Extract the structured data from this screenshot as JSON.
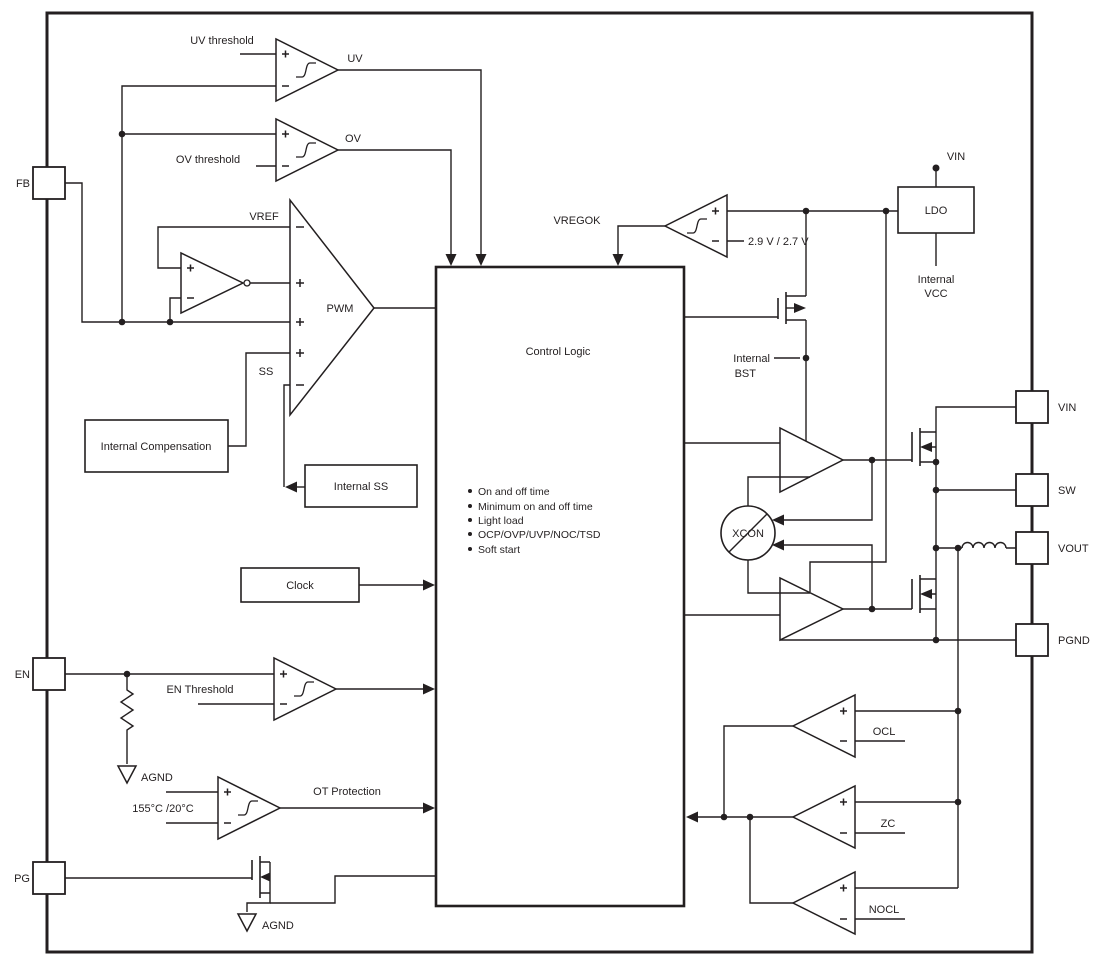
{
  "pins": {
    "fb": "FB",
    "en": "EN",
    "pg": "PG",
    "vin": "VIN",
    "sw": "SW",
    "vout": "VOUT",
    "pgnd": "PGND"
  },
  "thresholds": {
    "uv_threshold": "UV threshold",
    "ov_threshold": "OV threshold",
    "en_threshold": "EN Threshold",
    "temperature": "155°C /20°C",
    "vreg_levels": "2.9 V / 2.7 V"
  },
  "signals": {
    "uv": "UV",
    "ov": "OV",
    "vref": "VREF",
    "pwm": "PWM",
    "ss": "SS",
    "vregok": "VREGOK",
    "ot_protection": "OT Protection",
    "ocl": "OCL",
    "zc": "ZC",
    "nocl": "NOCL",
    "vin_supply": "VIN",
    "agnd": "AGND",
    "internal_vcc_line1": "Internal",
    "internal_vcc_line2": "VCC",
    "internal_bst_line1": "Internal",
    "internal_bst_line2": "BST"
  },
  "blocks": {
    "control_logic": "Control Logic",
    "internal_compensation": "Internal Compensation",
    "internal_ss": "Internal SS",
    "clock": "Clock",
    "ldo": "LDO",
    "xcon": "XCON"
  },
  "control_logic_features": [
    "On and off time",
    "Minimum on and off time",
    "Light load",
    "OCP/OVP/UVP/NOC/TSD",
    "Soft start"
  ],
  "colors": {
    "line": "#231f20",
    "background": "#ffffff"
  }
}
